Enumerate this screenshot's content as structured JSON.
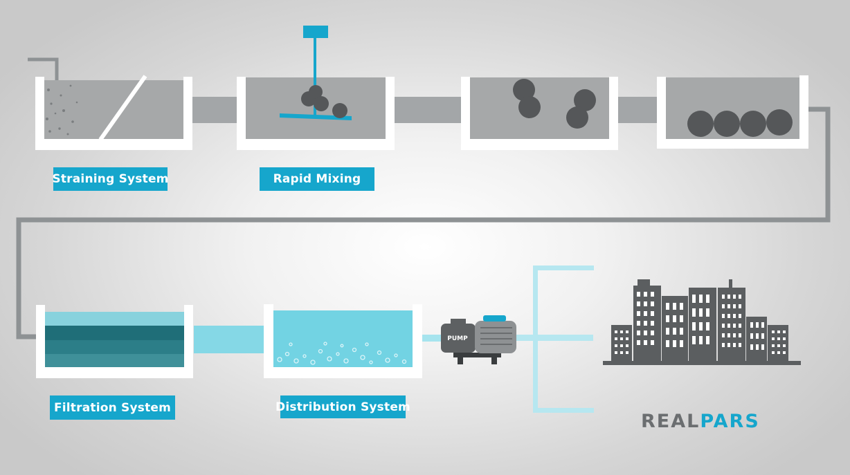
{
  "labels": {
    "straining": "Straining System",
    "rapid_mixing": "Rapid Mixing",
    "filtration": "Filtration System",
    "distribution": "Distribution System"
  },
  "pump_label": "PUMP",
  "logo": {
    "part1": "REAL",
    "part2": "PARS"
  },
  "colors": {
    "accent": "#16a6cc",
    "tank_wall": "#ffffff",
    "dirty_water": "#a6a8a9",
    "clean_water": "#72d3e3",
    "floc": "#555759",
    "pipe": "#8e9294",
    "filter_dark": "#1f6e78",
    "buildings": "#5b5e60"
  }
}
